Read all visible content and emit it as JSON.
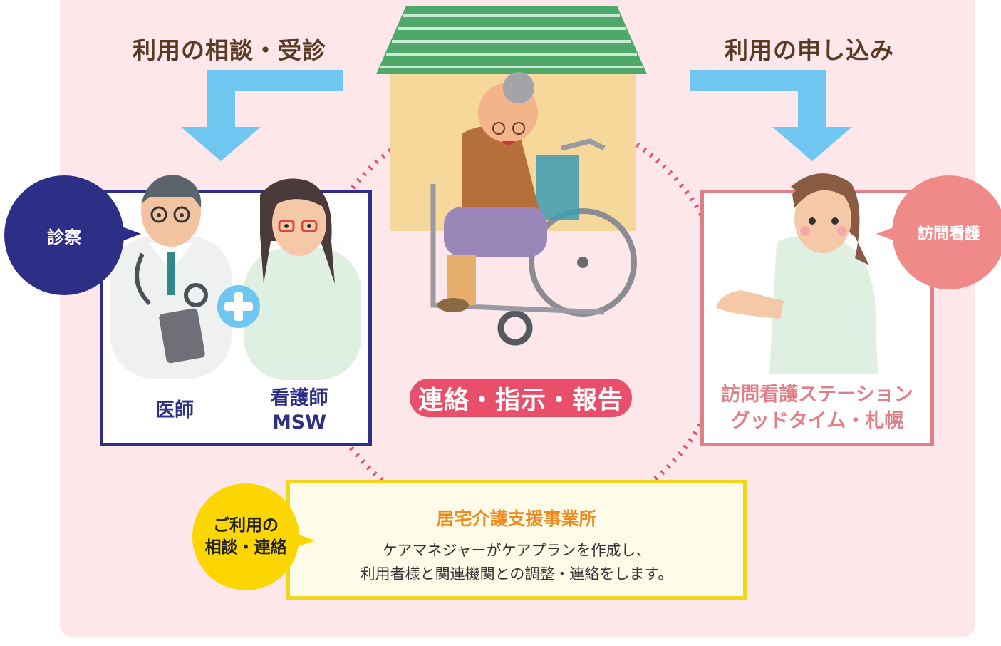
{
  "headings": {
    "left": "利用の相談・受診",
    "right": "利用の申し込み"
  },
  "doctor_box": {
    "bubble": "診察",
    "doctor_label": "医師",
    "nurse_label_line1": "看護師",
    "nurse_label_line2": "MSW"
  },
  "nurse_box": {
    "bubble": "訪問看護",
    "label_line1": "訪問看護ステーション",
    "label_line2": "グッドタイム・札幌"
  },
  "center_pill": "連絡・指示・報告",
  "care_manager": {
    "bubble_line1": "ご利用の",
    "bubble_line2": "相談・連絡",
    "title": "居宅介護支援事業所",
    "desc_line1": "ケアマネジャーがケアプランを作成し、",
    "desc_line2": "利用者様と関連機関との調整・連絡をします。"
  },
  "colors": {
    "panel_bg": "#fde7ea",
    "heading": "#5b3a25",
    "arrow": "#6fc6f0",
    "doctor_frame": "#2d2f86",
    "nurse_frame": "#e17f86",
    "nurse_bubble": "#f08a88",
    "pill": "#e94f6a",
    "care_frame": "#f3d51a",
    "care_title": "#ee8a1e",
    "dotted_circle": "#e94f6a"
  }
}
